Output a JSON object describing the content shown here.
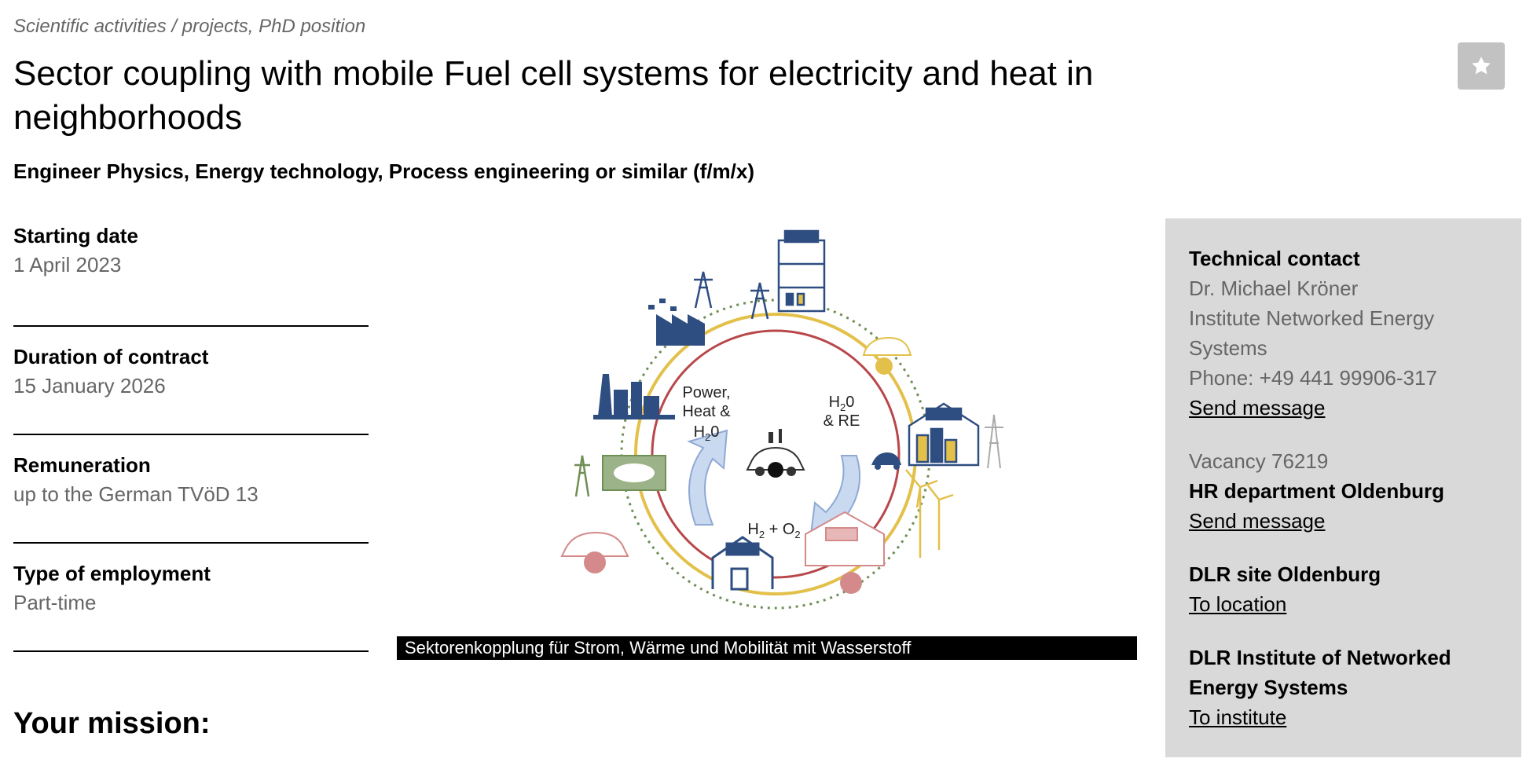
{
  "header": {
    "breadcrumb": "Scientific activities / projects, PhD position",
    "title": "Sector coupling with mobile Fuel cell systems for electricity and heat in neighborhoods",
    "subtitle": "Engineer Physics, Energy technology, Process engineering or similar (f/m/x)",
    "bookmark_icon": "star-icon"
  },
  "facts": [
    {
      "label": "Starting date",
      "value": "1 April 2023"
    },
    {
      "label": "Duration of contract",
      "value": "15 January 2026"
    },
    {
      "label": "Remuneration",
      "value": "up to the German TVöD 13"
    },
    {
      "label": "Type of employment",
      "value": "Part-time"
    }
  ],
  "figure": {
    "label_left_1": "Power,",
    "label_left_2": "Heat &",
    "label_left_3": "H",
    "label_left_3_sub": "2",
    "label_left_3_end": "0",
    "label_right_1": "H",
    "label_right_1_sub": "2",
    "label_right_1_end": "0",
    "label_right_2": "& RE",
    "label_bottom": "H",
    "label_bottom_sub": "2",
    "label_bottom_mid": " + O",
    "label_bottom_sub2": "2",
    "caption": "Sektorenkopplung für Strom, Wärme und Mobilität mit Wasserstoff",
    "colors": {
      "red_ring": "#b8474a",
      "yellow_ring": "#e3c04a",
      "green_ring": "#6f8f55",
      "navy": "#2e4d80",
      "pink": "#d48a8a"
    }
  },
  "mission": {
    "heading": "Your mission:"
  },
  "sidebar": {
    "tech_heading": "Technical contact",
    "tech_name": "Dr. Michael Kröner",
    "tech_inst_1": "Institute Networked Energy",
    "tech_inst_2": "Systems",
    "tech_phone": "Phone: +49 441 99906-317",
    "tech_link": "Send message",
    "vacancy": "Vacancy 76219",
    "hr_heading": "HR department Oldenburg",
    "hr_link": "Send message",
    "site_heading": "DLR site Oldenburg",
    "site_link": "To location",
    "inst_heading_1": "DLR Institute of Networked",
    "inst_heading_2": "Energy Systems",
    "inst_link": "To institute"
  }
}
